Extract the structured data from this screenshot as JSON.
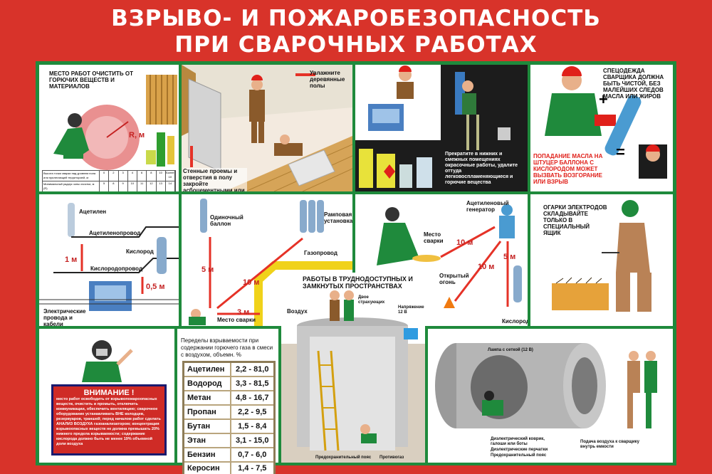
{
  "title": {
    "line1": "ВЗРЫВО- И ПОЖАРОБЕЗОПАСНОСТЬ",
    "line2": "ПРИ СВАРОЧНЫХ РАБОТАХ"
  },
  "panel1": {
    "caption": "МЕСТО РАБОТ ОЧИСТИТЬ ОТ ГОРЮЧИХ ВЕЩЕСТВ И МАТЕРИАЛОВ",
    "radius_label": "R, м",
    "table_row1": "Высота точки сварки над уровнем пола или прилегающей территорией, м",
    "table_row2": "Минимальный радиус зоны очистки, м (R)",
    "heights": [
      "0",
      "2",
      "3",
      "4",
      "6",
      "8",
      "10",
      "Более 10"
    ],
    "radii": [
      "5",
      "8",
      "9",
      "10",
      "11",
      "12",
      "13",
      "14"
    ]
  },
  "panel2": {
    "caption_top": "Увлажните деревянные полы",
    "caption_bottom": "Стенные проемы и отверстия в полу закройте асбоцементными или стальными щитами"
  },
  "panel3": {
    "caption": "Прекратите в нижних и смежных помещениях окрасочные работы, удалите оттуда легковоспламеняющиеся и горючие вещества"
  },
  "panel4": {
    "caption_top": "СПЕЦОДЕЖДА СВАРЩИКА ДОЛЖНА БЫТЬ ЧИСТОЙ, БЕЗ МАЛЕЙШИХ СЛЕДОВ МАСЛА ИЛИ ЖИРОВ",
    "caption_bottom": "ПОПАДАНИЕ МАСЛА НА ШТУЦЕР БАЛЛОНА С КИСЛОРОДОМ МОЖЕТ ВЫЗВАТЬ ВОЗГОРАНИЕ ИЛИ ВЗРЫВ",
    "plus": "+",
    "equals": "="
  },
  "panel5": {
    "acetylene": "Ацетилен",
    "acetylene_pipe": "Ацетиленопровод",
    "oxygen": "Кислород",
    "oxygen_pipe": "Кислородопровод",
    "dist1": "1 м",
    "dist2": "0,5 м",
    "cables": "Электрические провода и кабели"
  },
  "panel6": {
    "single": "Одиночный баллон",
    "ramp": "Рамповая установка",
    "gas_pipe": "Газопровод",
    "d5": "5 м",
    "d10": "10 м",
    "d3": "3 м",
    "weld_place": "Место сварки"
  },
  "panel7": {
    "generator": "Ацетиленовый генератор",
    "weld_place": "Место сварки",
    "open_fire": "Открытый огонь",
    "oxygen": "Кислород",
    "d10a": "10 м",
    "d10b": "10 м",
    "d5": "5 м"
  },
  "panel8": {
    "caption": "ОГАРКИ ЭЛЕКТРОДОВ СКЛАДЫВАЙТЕ ТОЛЬКО В СПЕЦИАЛЬНЫЙ ЯЩИК"
  },
  "confined": {
    "title": "РАБОТЫ В ТРУДНОДОСТУПНЫХ И ЗАМКНУТЫХ ПРОСТРАНСТВАХ",
    "air": "Воздух",
    "two_insurers": "Двое страхующих",
    "voltage": "Напряжение 12 В",
    "belt": "Предохранительный пояс",
    "gas_mask": "Противогаз"
  },
  "limits": {
    "caption": "Переделы взрываемости при содержании горючего газа в смеси с воздухом, объемн. %",
    "rows": [
      {
        "name": "Ацетилен",
        "value": "2,2 - 81,0"
      },
      {
        "name": "Водород",
        "value": "3,3 - 81,5"
      },
      {
        "name": "Метан",
        "value": "4,8 - 16,7"
      },
      {
        "name": "Пропан",
        "value": "2,2 - 9,5"
      },
      {
        "name": "Бутан",
        "value": "1,5 - 8,4"
      },
      {
        "name": "Этан",
        "value": "3,1 - 15,0"
      },
      {
        "name": "Бензин",
        "value": "0,7 - 6,0"
      },
      {
        "name": "Керосин",
        "value": "1,4 - 7,5"
      }
    ]
  },
  "attention": {
    "heading": "ВНИМАНИЕ !",
    "text": "место работ освободить от взрывопожароопасных веществ, очистить и промыть, отключить коммуникации, обеспечить вентиляцию; сварочное оборудование устанавливать ВНЕ колодцев, резервуаров, траншей; перед началом работ сделать АНАЛИЗ ВОЗДУХА газоанализатором; концентрация взрывоопасных веществ не должна превышать 20% нижнего предела взрываемости; содержание кислорода должно быть не менее 19% объемной доли воздуха"
  },
  "tank": {
    "lamp": "Лампа с сеткой (12 В)",
    "mat": "Диэлектрический коврик, галоши или боты",
    "gloves": "Диэлектрические перчатки",
    "belt": "Предохранительный пояс",
    "air_supply": "Подача воздуха к сварщику внутрь емкости"
  },
  "colors": {
    "background": "#d8332a",
    "board": "#1f8a3c",
    "accent_red": "#e53227",
    "table_border": "#b9a57d"
  }
}
